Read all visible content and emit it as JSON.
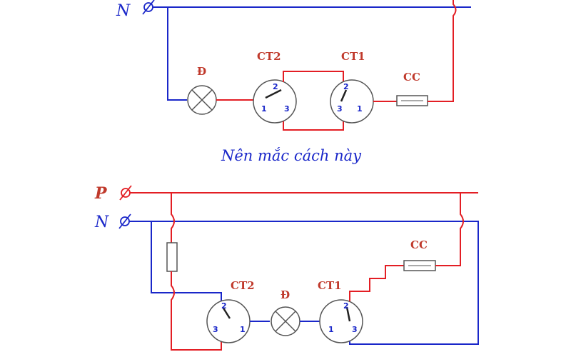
{
  "colors": {
    "phase": "#e31e24",
    "neutral": "#1a27c9",
    "label": "#c0392b",
    "device": "#555555"
  },
  "top": {
    "neutral_label": "N",
    "lamp_label": "Đ",
    "switch2_label": "CT2",
    "switch1_label": "CT1",
    "fuse_label": "CC",
    "switch2_terminals": [
      "2",
      "1",
      "3"
    ],
    "switch1_terminals": [
      "2",
      "3",
      "1"
    ],
    "caption": "Nên mắc cách này"
  },
  "bottom": {
    "phase_label": "P",
    "neutral_label": "N",
    "lamp_label": "Đ",
    "switch2_label": "CT2",
    "switch1_label": "CT1",
    "fuse_label": "CC",
    "switch2_terminals": [
      "2",
      "3",
      "1"
    ],
    "switch1_terminals": [
      "2",
      "1",
      "3"
    ]
  }
}
